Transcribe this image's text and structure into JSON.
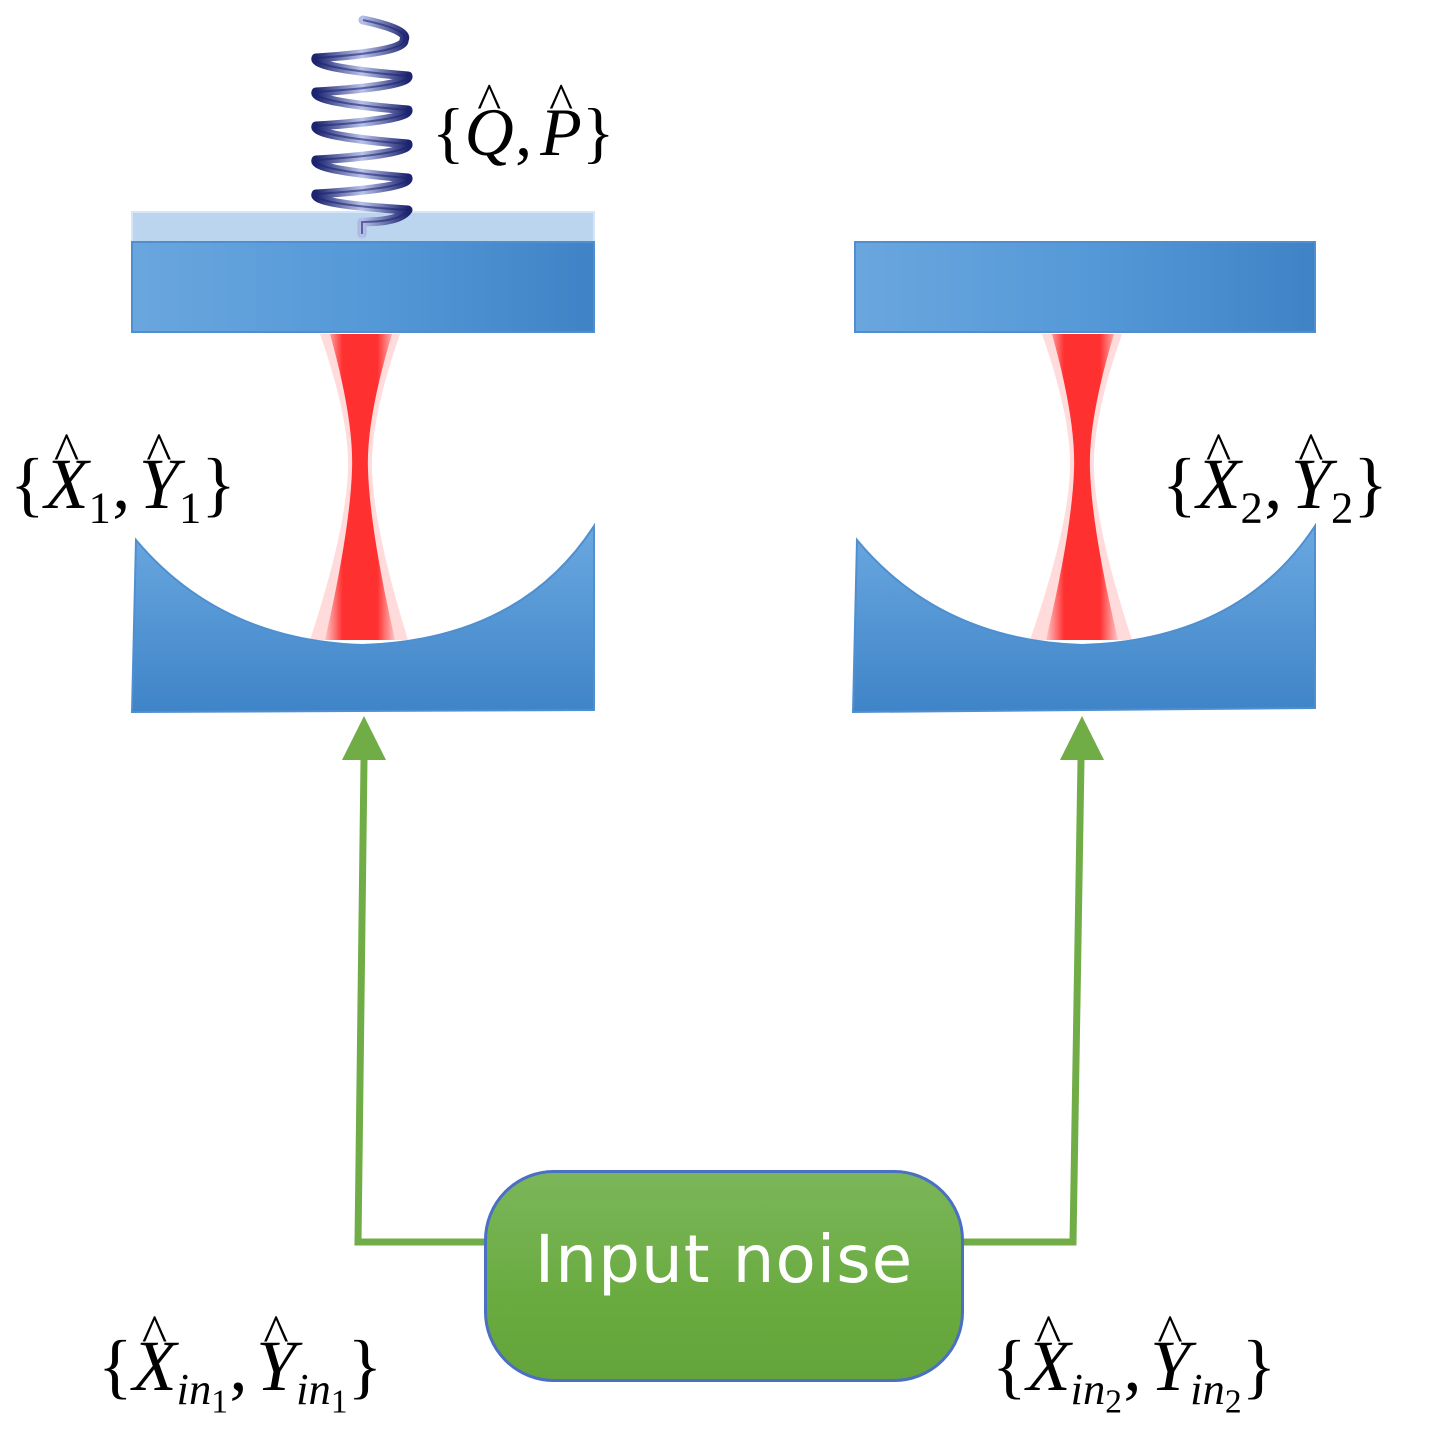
{
  "labels": {
    "mechanical": {
      "open": "{",
      "v1": "Q",
      "v2": "P",
      "sep": ",",
      "close": "}"
    },
    "cavity1": {
      "open": "{",
      "v1": "X",
      "s1": "1",
      "v2": "Y",
      "s2": "1",
      "sep": ",",
      "close": "}"
    },
    "cavity2": {
      "open": "{",
      "v1": "X",
      "s1": "2",
      "v2": "Y",
      "s2": "2",
      "sep": ",",
      "close": "}"
    },
    "input1": {
      "open": "{",
      "v1": "X",
      "sub_it": "in",
      "sub_n": "1",
      "v2": "Y",
      "sep": ",",
      "close": "}"
    },
    "input2": {
      "open": "{",
      "v1": "X",
      "sub_it": "in",
      "sub_n": "2",
      "v2": "Y",
      "sep": ",",
      "close": "}"
    }
  },
  "hat": "^",
  "noise_box": {
    "label": "Input noise"
  },
  "colors": {
    "mirror_blue": "#5b9bd5",
    "mirror_blue_dark": "#3f82c5",
    "beam_red": "#ff2a2a",
    "arrow_green": "#70ad47",
    "spring_navy": "#1f2a7a",
    "box_border": "#4a6fc4"
  }
}
